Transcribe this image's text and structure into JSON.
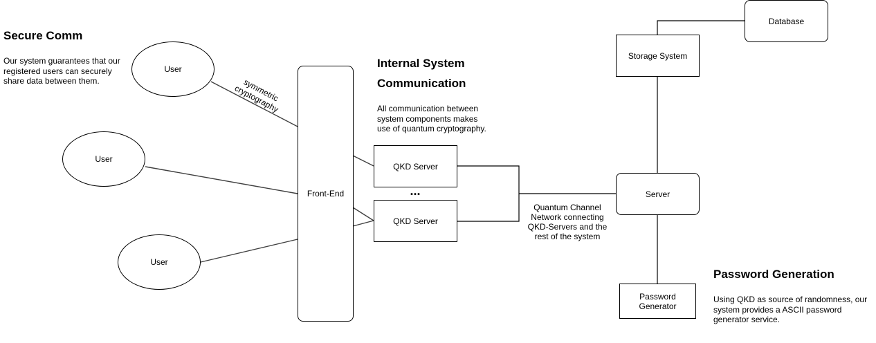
{
  "sections": {
    "secure_comm": {
      "title": "Secure Comm",
      "text": "Our system guarantees that our\nregistered users can securely\nshare data between them."
    },
    "internal": {
      "title": "Internal System\nCommunication",
      "text": "All communication between\nsystem components makes\nuse of quantum cryptography."
    },
    "password": {
      "title": "Password Generation",
      "text": "Using QKD as source of randomness, our\nsystem provides a ASCII password\ngenerator service."
    }
  },
  "nodes": {
    "user_1": "User",
    "user_2": "User",
    "user_3": "User",
    "front_end": "Front-End",
    "qkd_server_1": "QKD Server",
    "qkd_server_2": "QKD Server",
    "ellipsis": "...",
    "server": "Server",
    "storage_system": "Storage System",
    "database": "Database",
    "password_generator": "Password\nGenerator"
  },
  "edge_labels": {
    "symmetric": "symmetric\ncryptography",
    "quantum_channel": "Quantum Channel\nNetwork connecting\nQKD-Servers and the\nrest of the system"
  }
}
